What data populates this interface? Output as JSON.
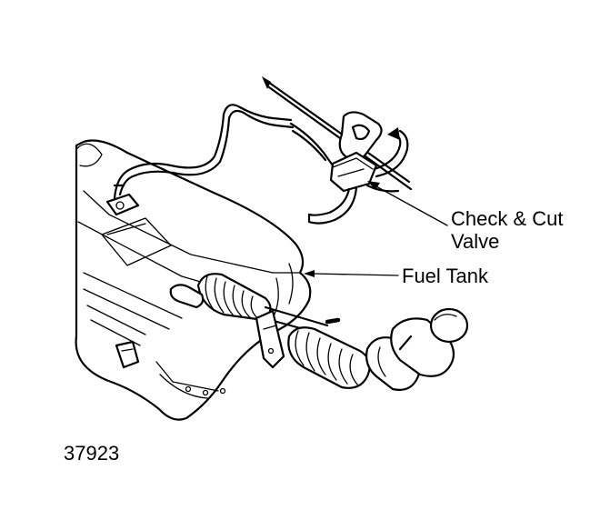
{
  "labels": {
    "check_cut_valve_line1": "Check & Cut",
    "check_cut_valve_line2": "Valve",
    "fuel_tank": "Fuel Tank",
    "figure_number": "37923"
  }
}
